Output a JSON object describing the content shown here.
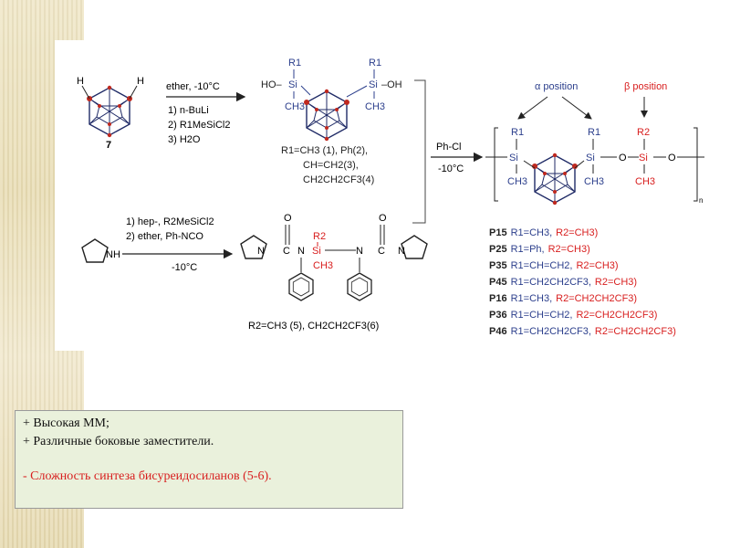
{
  "slide": {
    "colors": {
      "accent_red": "#d81e1e",
      "text_blue": "#2c3f8c",
      "note_bg": "#eaf1dc"
    }
  },
  "scheme": {
    "compound7": {
      "h_left": "H",
      "h_right": "H",
      "label": "7"
    },
    "step1": {
      "conditions_top": "ether, -10°C",
      "reagent1": "1) n-BuLi",
      "reagent2": "2) R1MeSiCl2",
      "reagent3": "3) H2O"
    },
    "silanol": {
      "r1_left": "R1",
      "r1_right": "R1",
      "ho": "HO–",
      "si_left": "Si",
      "si_right": "Si",
      "oh": "–OH",
      "ch3_left": "CH3",
      "ch3_right": "CH3",
      "variants_line1": "R1=CH3 (1), Ph(2),",
      "variants_line2": "CH=CH2(3),",
      "variants_line3": "CH2CH2CF3(4)"
    },
    "step_polycond": {
      "reagent": "Ph-Cl",
      "conditions": "-10°C"
    },
    "step2": {
      "amine": "NH",
      "reagent1": "1) hep-, R2MeSiCl2",
      "reagent2": "2) ether, Ph-NCO",
      "conditions": "-10°C"
    },
    "bisurea": {
      "o_left": "O",
      "o_right": "O",
      "r2": "R2",
      "n_left": "N",
      "c_left": "C",
      "n_mid_left": "N",
      "si": "Si",
      "n_mid_right": "N",
      "c_right": "C",
      "n_right": "N",
      "ch3": "CH3",
      "variants": "R2=CH3 (5), CH2CH2CF3(6)"
    },
    "polymer": {
      "alpha_label": "α position",
      "beta_label": "β position",
      "r1_left": "R1",
      "r1_right": "R1",
      "r2": "R2",
      "si_left": "Si",
      "si_right": "Si",
      "o1": "O",
      "si_mid": "Si",
      "o2": "O",
      "ch3_left": "CH3",
      "ch3_right": "CH3",
      "ch3_mid": "CH3",
      "subscript_n": "n"
    },
    "products": [
      {
        "code": "P15",
        "r1": "R1=CH3,",
        "r2": "R2=CH3)"
      },
      {
        "code": "P25",
        "r1": "R1=Ph,",
        "r2": "R2=CH3)"
      },
      {
        "code": "P35",
        "r1": "R1=CH=CH2,",
        "r2": "R2=CH3)"
      },
      {
        "code": "P45",
        "r1": "R1=CH2CH2CF3,",
        "r2": "R2=CH3)"
      },
      {
        "code": "P16",
        "r1": "R1=CH3,",
        "r2": "R2=CH2CH2CF3)"
      },
      {
        "code": "P36",
        "r1": "R1=CH=CH2,",
        "r2": "R2=CH2CH2CF3)"
      },
      {
        "code": "P46",
        "r1": "R1=CH2CH2CF3,",
        "r2": "R2=CH2CH2CF3)"
      }
    ]
  },
  "notes": {
    "pro1": "+ Высокая ММ;",
    "pro2": "+ Различные боковые заместители.",
    "con1": "- Сложность синтеза бисуреидосиланов (5-6)."
  }
}
